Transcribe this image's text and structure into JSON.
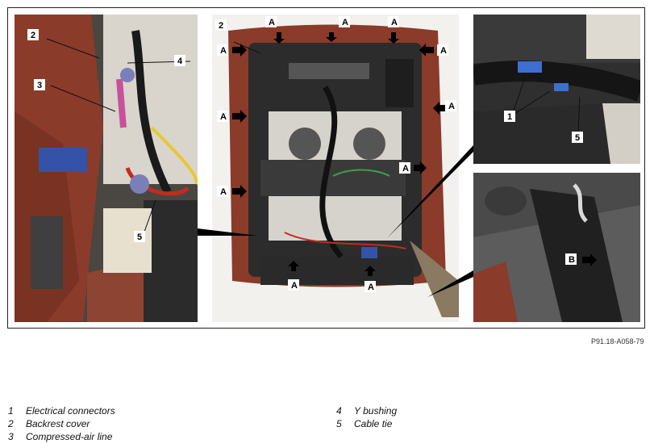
{
  "figure_ref": "P91.18-A058-79",
  "callouts": {
    "one": "1",
    "two": "2",
    "three": "3",
    "four": "4",
    "five": "5",
    "a": "A",
    "b": "B"
  },
  "legend": [
    {
      "num": "1",
      "text": "Electrical connectors"
    },
    {
      "num": "2",
      "text": "Backrest cover"
    },
    {
      "num": "3",
      "text": "Compressed-air line"
    },
    {
      "num": "4",
      "text": "Y bushing"
    },
    {
      "num": "5",
      "text": "Cable tie"
    }
  ]
}
